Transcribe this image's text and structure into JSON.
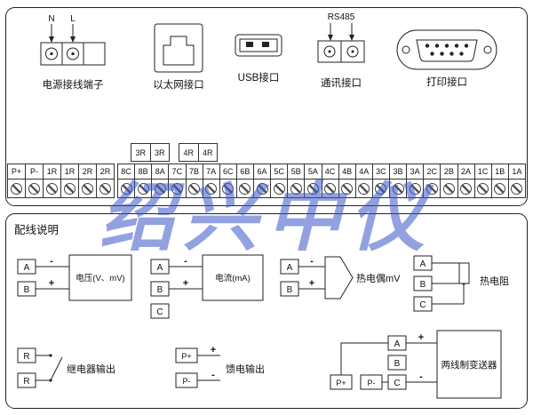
{
  "watermark": "绍兴中仪",
  "top_panel": {
    "power": {
      "n": "N",
      "l": "L",
      "label": "电源接线端子"
    },
    "ethernet": {
      "label": "以太网接口"
    },
    "usb": {
      "label": "USB接口"
    },
    "comm": {
      "protocol": "RS485",
      "label": "通讯接口"
    },
    "printer": {
      "label": "打印接口"
    }
  },
  "terminal_strip": {
    "relay_groups": [
      "3R",
      "3R",
      "4R",
      "4R"
    ],
    "main": [
      "P+",
      "P-",
      "1R",
      "1R",
      "2R",
      "2R",
      "8C",
      "8B",
      "8A",
      "7C",
      "7B",
      "7A",
      "6C",
      "6B",
      "6A",
      "5C",
      "5B",
      "5A",
      "4C",
      "4B",
      "4A",
      "3C",
      "3B",
      "3A",
      "2C",
      "2B",
      "2A",
      "1C",
      "1B",
      "1A"
    ]
  },
  "wiring": {
    "title": "配线说明",
    "voltage": {
      "a": "A",
      "b": "B",
      "minus": "-",
      "plus": "+",
      "label": "电压(V、mV)"
    },
    "current": {
      "a": "A",
      "b": "B",
      "c": "C",
      "minus": "-",
      "plus": "+",
      "label": "电流(mA)"
    },
    "thermocouple": {
      "a": "A",
      "b": "B",
      "minus": "-",
      "plus": "+",
      "label": "热电偶mV"
    },
    "rtd": {
      "a": "A",
      "b": "B",
      "c": "C",
      "label": "热电阻"
    },
    "relay": {
      "r1": "R",
      "r2": "R",
      "label": "继电器输出"
    },
    "feed": {
      "pp": "P+",
      "pm": "P-",
      "plus": "+",
      "minus": "-",
      "label": "馈电输出"
    },
    "transmitter": {
      "a": "A",
      "b": "B",
      "c": "C",
      "pp": "P+",
      "pm": "P-",
      "plus": "+",
      "minus": "-",
      "label": "两线制变送器"
    }
  }
}
